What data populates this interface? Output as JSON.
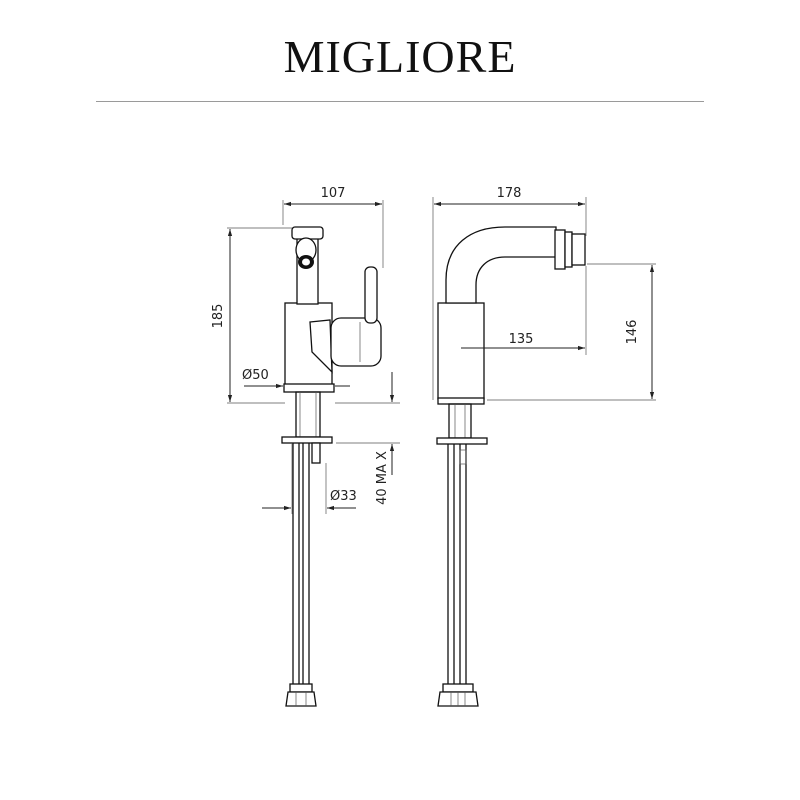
{
  "title": "MIGLIORE",
  "front_view": {
    "width_label": "107",
    "height_label": "185",
    "base_diameter_label": "Ø50",
    "hole_diameter_label": "Ø33",
    "max_thickness_label": "40 MA X"
  },
  "side_view": {
    "width_label": "178",
    "spout_reach_label": "135",
    "spout_height_label": "146"
  }
}
